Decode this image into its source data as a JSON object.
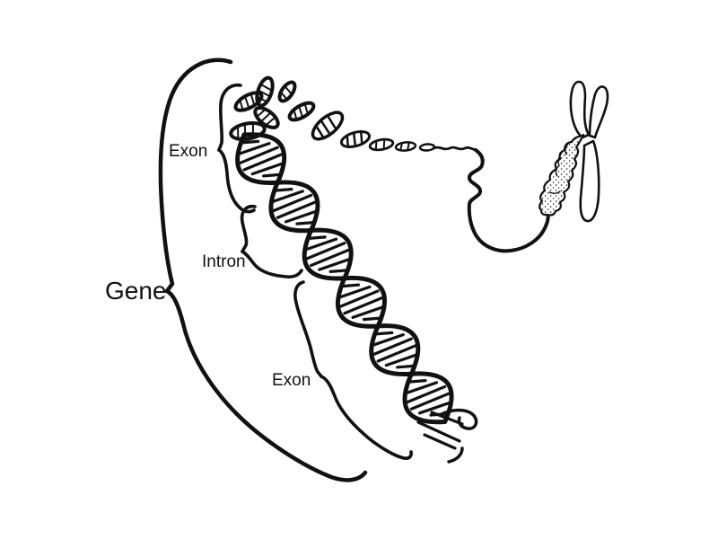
{
  "figure": {
    "background_color": "#ffffff",
    "ink_color": "#111111",
    "labels": {
      "gene": "Gene",
      "exon_top": "Exon",
      "intron": "Intron",
      "exon_bottom": "Exon"
    }
  }
}
